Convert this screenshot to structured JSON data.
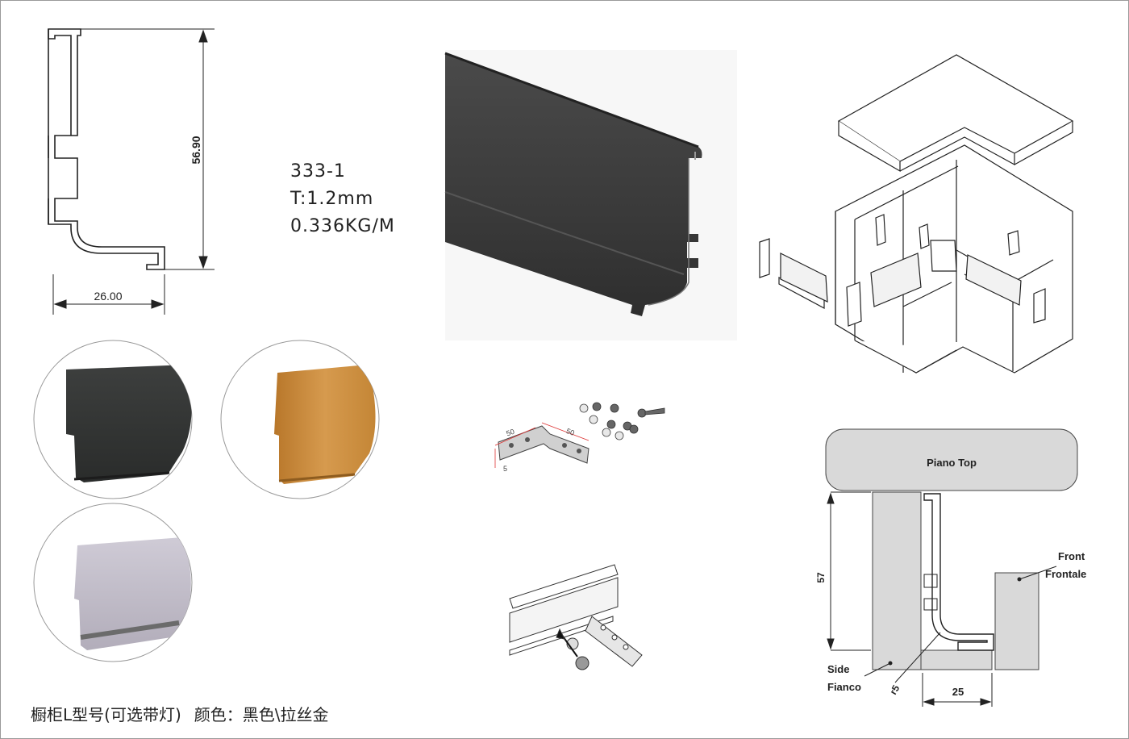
{
  "profile_drawing": {
    "height_dim": "56.90",
    "width_dim": "26.00"
  },
  "spec": {
    "model": "333-1",
    "thickness": "T:1.2mm",
    "weight": "0.336KG/M"
  },
  "bracket": {
    "dim_a": "50",
    "dim_b": "50",
    "dim_c": "5"
  },
  "installation": {
    "top_label": "Piano Top",
    "height_dim": "57",
    "front_label": "Front",
    "front_label_it": "Frontale",
    "side_label": "Side",
    "side_label_it": "Fianco",
    "radius_label": "r5",
    "width_dim": "25"
  },
  "caption": {
    "product": "橱柜L型号(可选带灯)",
    "colors": "颜色：黑色\\拉丝金"
  },
  "colors": {
    "black_finish": "#3a3a3a",
    "gold_finish": "#c98a3a",
    "silver_finish": "#b9b5c2",
    "panel_gray": "#d9d9d9"
  }
}
